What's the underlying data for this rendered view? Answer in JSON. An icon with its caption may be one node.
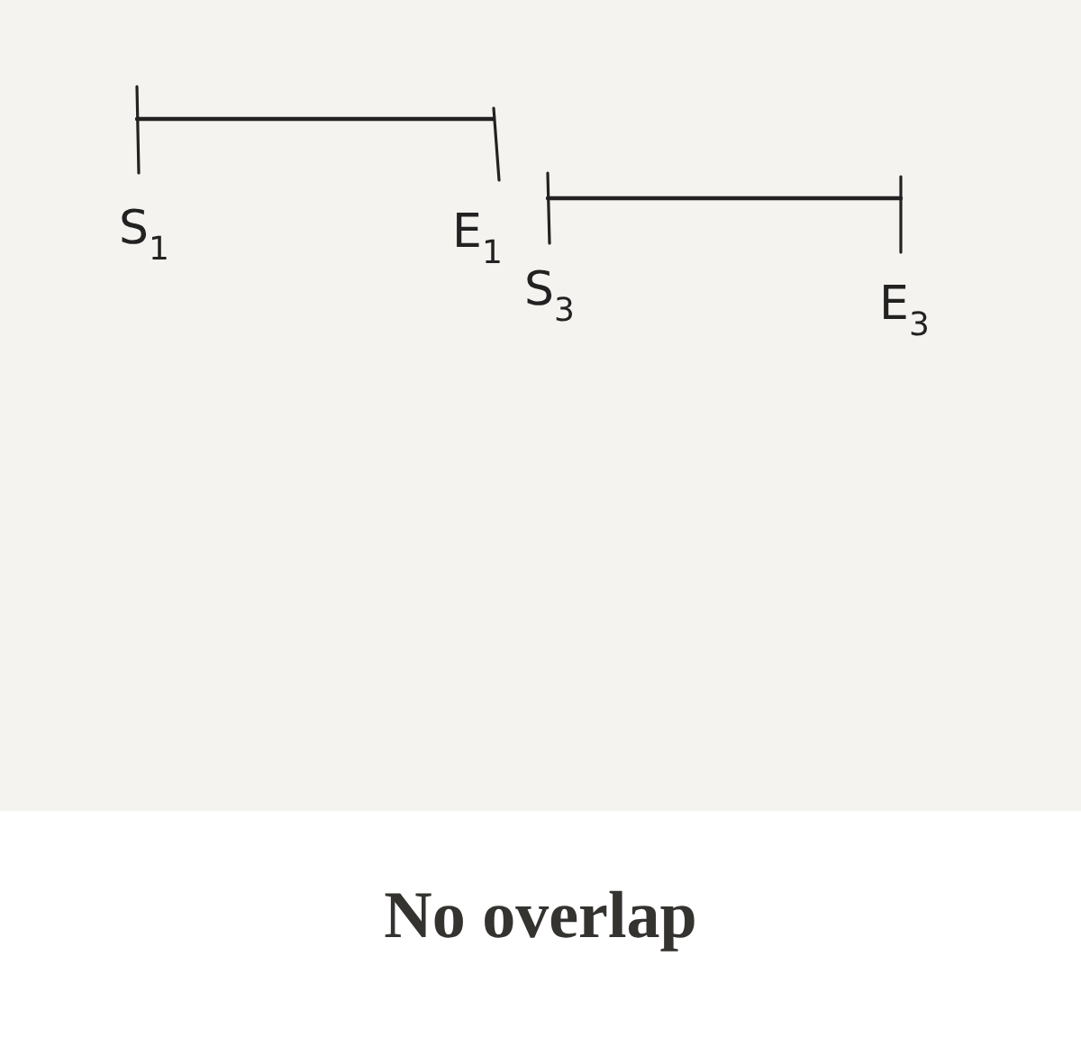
{
  "diagram": {
    "caption": "No overlap",
    "labels": [
      "S$_{1}$",
      "E$_{1}$",
      "S$_{3}$",
      "E$_{3}$"
    ]
  }
}
